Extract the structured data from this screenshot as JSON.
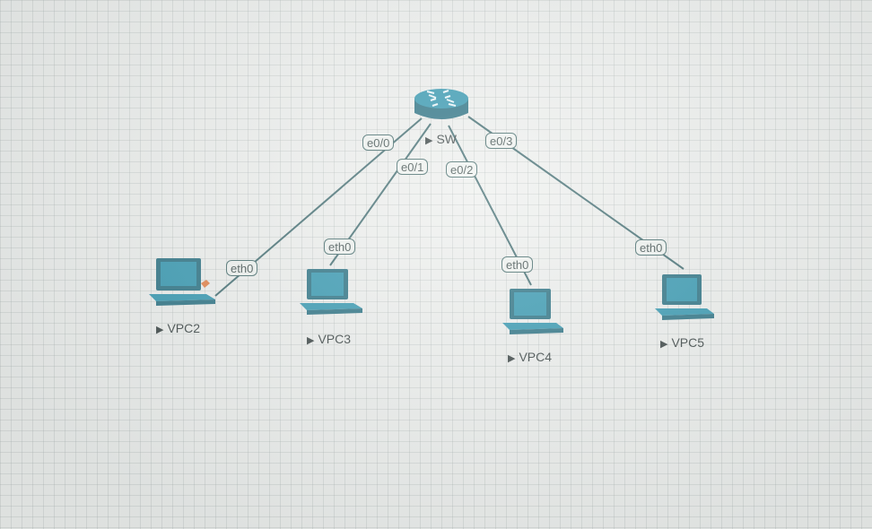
{
  "colors": {
    "device": "#1a7f99",
    "device_dark": "#0f5f73",
    "link": "#2a5a5f",
    "background": "#eceeec"
  },
  "switch": {
    "name": "SW",
    "icon": "switch-icon"
  },
  "ports": {
    "sw_e00": "e0/0",
    "sw_e01": "e0/1",
    "sw_e02": "e0/2",
    "sw_e03": "e0/3",
    "vpc2_eth0": "eth0",
    "vpc3_eth0": "eth0",
    "vpc4_eth0": "eth0",
    "vpc5_eth0": "eth0"
  },
  "vpcs": [
    {
      "name": "VPC2",
      "icon": "pc-icon"
    },
    {
      "name": "VPC3",
      "icon": "pc-icon"
    },
    {
      "name": "VPC4",
      "icon": "pc-icon"
    },
    {
      "name": "VPC5",
      "icon": "pc-icon"
    }
  ]
}
